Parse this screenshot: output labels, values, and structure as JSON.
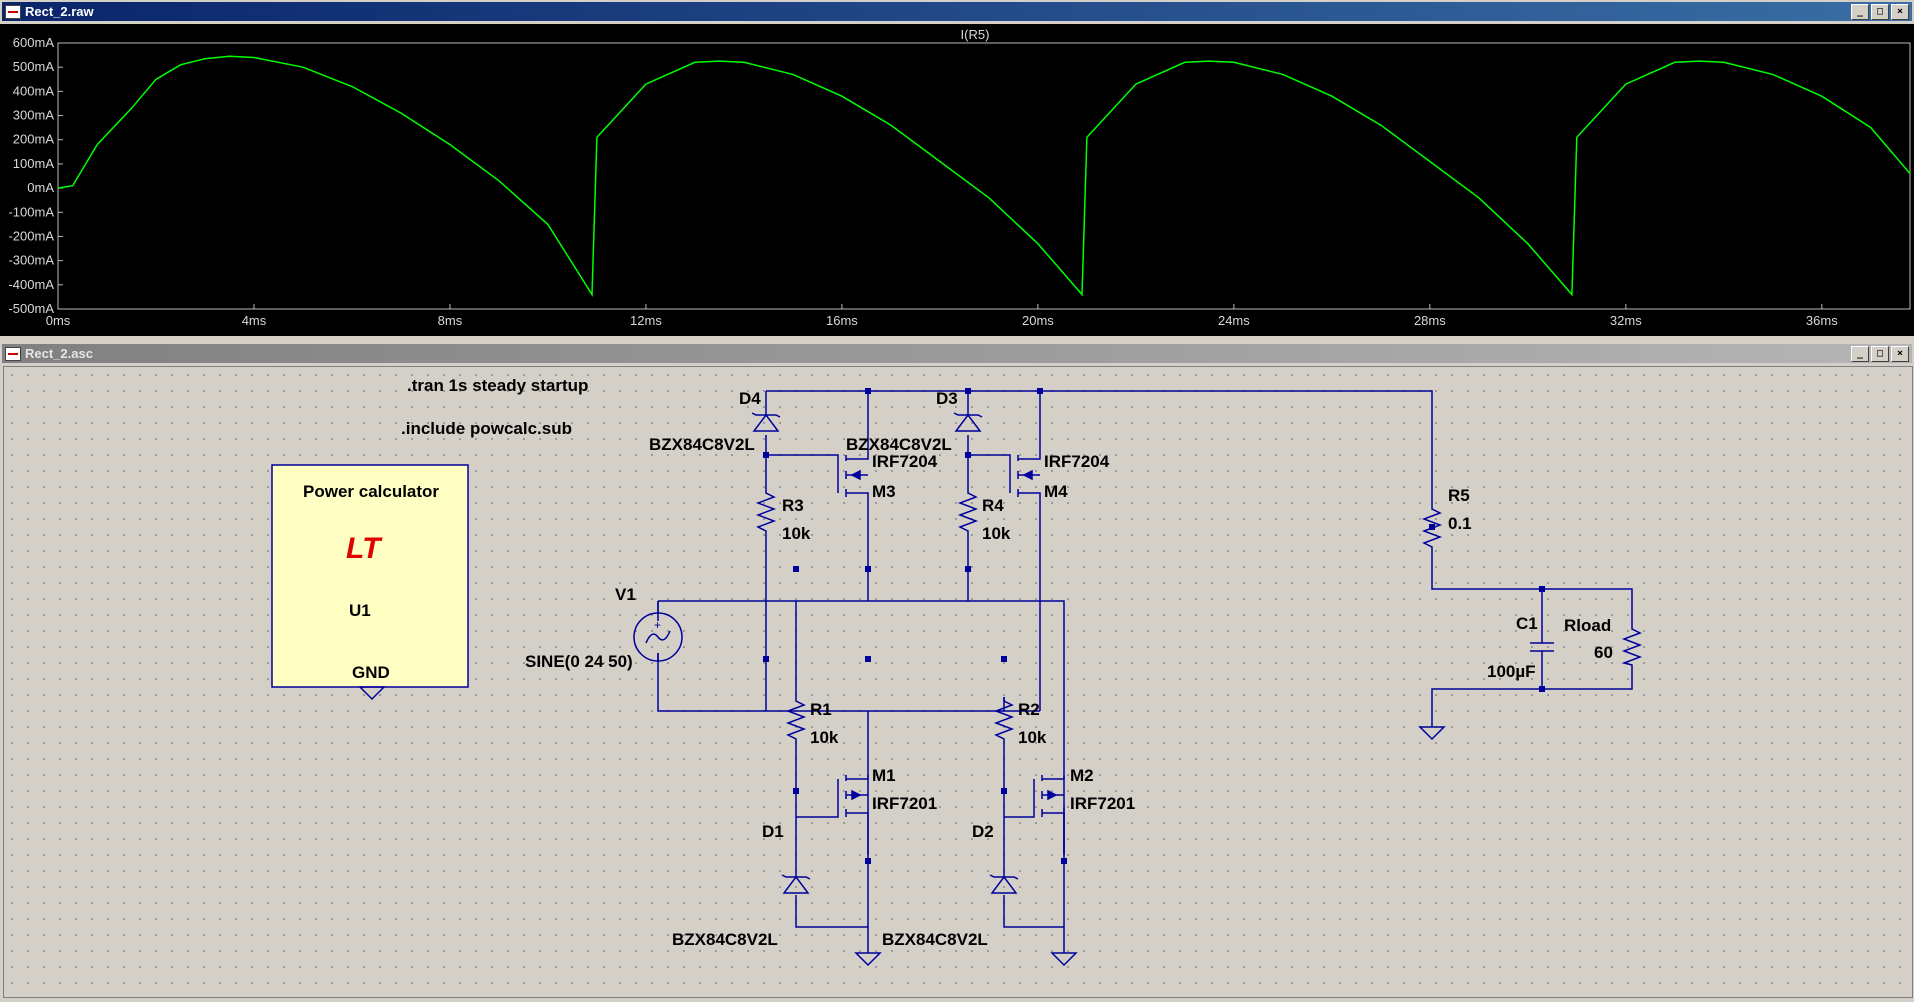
{
  "waveform_window": {
    "title": "Rect_2.raw",
    "trace_name": "I(R5)",
    "trace_color": "#00ff00",
    "background": "#000000",
    "y_ticks": [
      "600mA",
      "500mA",
      "400mA",
      "300mA",
      "200mA",
      "100mA",
      "0mA",
      "-100mA",
      "-200mA",
      "-300mA",
      "-400mA",
      "-500mA"
    ],
    "x_ticks": [
      "0ms",
      "4ms",
      "8ms",
      "12ms",
      "16ms",
      "20ms",
      "24ms",
      "28ms",
      "32ms",
      "36ms"
    ]
  },
  "chart_data": {
    "type": "line",
    "title": "I(R5)",
    "xlabel": "",
    "ylabel": "",
    "xlim": [
      0,
      37.8
    ],
    "ylim": [
      -500,
      600
    ],
    "grid": false,
    "series": [
      {
        "name": "I(R5)",
        "x": [
          0,
          0.3,
          0.8,
          1.5,
          2.0,
          2.5,
          3.0,
          3.5,
          4.0,
          5.0,
          6.0,
          7.0,
          8.0,
          9.0,
          10.0,
          10.9,
          11.0,
          12.0,
          13.0,
          13.5,
          14.0,
          15.0,
          16.0,
          17.0,
          18.0,
          19.0,
          20.0,
          20.9,
          21.0,
          22.0,
          23.0,
          23.5,
          24.0,
          25.0,
          26.0,
          27.0,
          28.0,
          29.0,
          30.0,
          30.9,
          31.0,
          32.0,
          33.0,
          33.5,
          34.0,
          35.0,
          36.0,
          37.0,
          37.8
        ],
        "values": [
          0,
          10,
          180,
          330,
          450,
          510,
          535,
          545,
          540,
          500,
          420,
          310,
          180,
          30,
          -150,
          -440,
          210,
          430,
          520,
          525,
          520,
          470,
          380,
          260,
          110,
          -40,
          -230,
          -440,
          210,
          430,
          520,
          525,
          520,
          470,
          380,
          260,
          110,
          -40,
          -230,
          -440,
          210,
          430,
          520,
          525,
          520,
          470,
          380,
          250,
          60
        ]
      }
    ]
  },
  "schematic_window": {
    "title": "Rect_2.asc",
    "directives": [
      ".tran 1s steady startup",
      ".include powcalc.sub"
    ],
    "power_block": {
      "title": "Power calculator",
      "logo": "LT",
      "ref": "U1",
      "pin": "GND"
    },
    "wire_color": "#00009c",
    "labels": {
      "d4": "D4",
      "d4_part": "BZX84C8V2L",
      "d3": "D3",
      "d3_part": "BZX84C8V2L",
      "m3": "M3",
      "m3_part": "IRF7204",
      "m4": "M4",
      "m4_part": "IRF7204",
      "r3": "R3",
      "r3_val": "10k",
      "r4": "R4",
      "r4_val": "10k",
      "v1": "V1",
      "v1_val": "SINE(0 24 50)",
      "r1": "R1",
      "r1_val": "10k",
      "r2": "R2",
      "r2_val": "10k",
      "m1": "M1",
      "m1_part": "IRF7201",
      "m2": "M2",
      "m2_part": "IRF7201",
      "d1": "D1",
      "d1_part": "BZX84C8V2L",
      "d2": "D2",
      "d2_part": "BZX84C8V2L",
      "r5": "R5",
      "r5_val": "0.1",
      "c1": "C1",
      "c1_val": "100µF",
      "rload": "Rload",
      "rload_val": "60"
    }
  }
}
